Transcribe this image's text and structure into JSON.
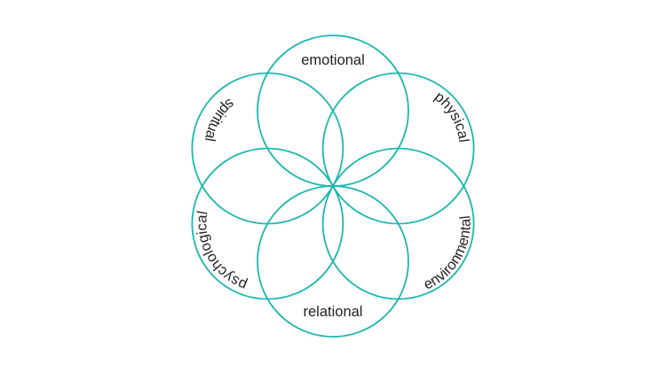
{
  "diagram": {
    "title": "",
    "stroke_color": "#1bb8ad",
    "text_color": "#222222",
    "petals": [
      {
        "id": "emotional",
        "label": "emotional"
      },
      {
        "id": "physical",
        "label": "physical"
      },
      {
        "id": "environmental",
        "label": "environmental"
      },
      {
        "id": "relational",
        "label": "relational"
      },
      {
        "id": "psychological",
        "label": "psychological"
      },
      {
        "id": "spiritual",
        "label": "spiritual"
      }
    ]
  }
}
